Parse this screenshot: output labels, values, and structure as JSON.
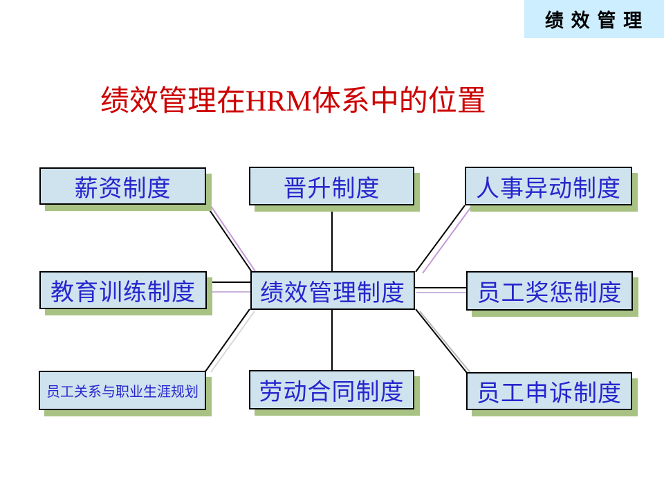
{
  "header": {
    "label": "绩 效 管 理"
  },
  "title": "绩效管理在HRM体系中的位置",
  "diagram": {
    "center": {
      "label": "绩效管理制度"
    },
    "nodes": {
      "salary": {
        "label": "薪资制度"
      },
      "promotion": {
        "label": "晋升制度"
      },
      "personnel": {
        "label": "人事异动制度"
      },
      "training": {
        "label": "教育训练制度"
      },
      "reward": {
        "label": "员工奖惩制度"
      },
      "relations": {
        "label": "员工关系与职业生涯规划"
      },
      "contract": {
        "label": "劳动合同制度"
      },
      "appeal": {
        "label": "员工申诉制度"
      }
    },
    "colors": {
      "box_fill": "#cfe3ef",
      "box_border": "#000000",
      "box_shadow_green": "#a8c284",
      "box_text_blue": "#2626cd",
      "connector_black": "#000000",
      "connector_shadow_lavender": "#c49ad8",
      "header_fill": "#cdeeff",
      "title_red": "#cc0000"
    }
  }
}
